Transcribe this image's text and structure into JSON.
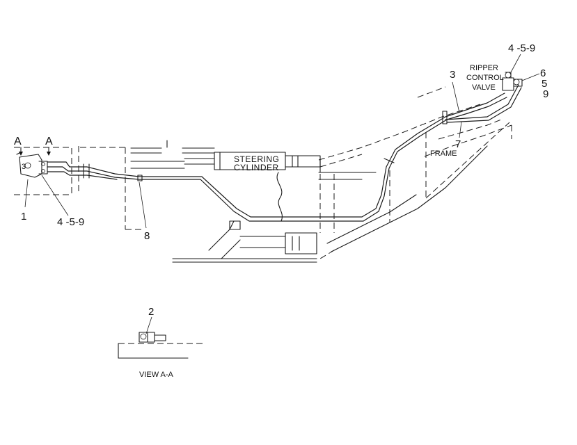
{
  "labels": {
    "steering_cylinder_l1": "STEERING",
    "steering_cylinder_l2": "CYLINDER",
    "ripper_l1": "RIPPER",
    "ripper_l2": "CONTROL",
    "ripper_l3": "VALVE",
    "frame": "FRAME",
    "view": "VIEW A-A",
    "section_a_left": "A",
    "section_a_right": "A"
  },
  "callouts": {
    "c1": "1",
    "c2": "2",
    "c3": "3",
    "c4_left": "4 -5-9",
    "c4_top": "4 -5-9",
    "c6": "6",
    "c5": "5",
    "c9": "9",
    "c7": "7",
    "c8": "8",
    "view_part": "3"
  }
}
